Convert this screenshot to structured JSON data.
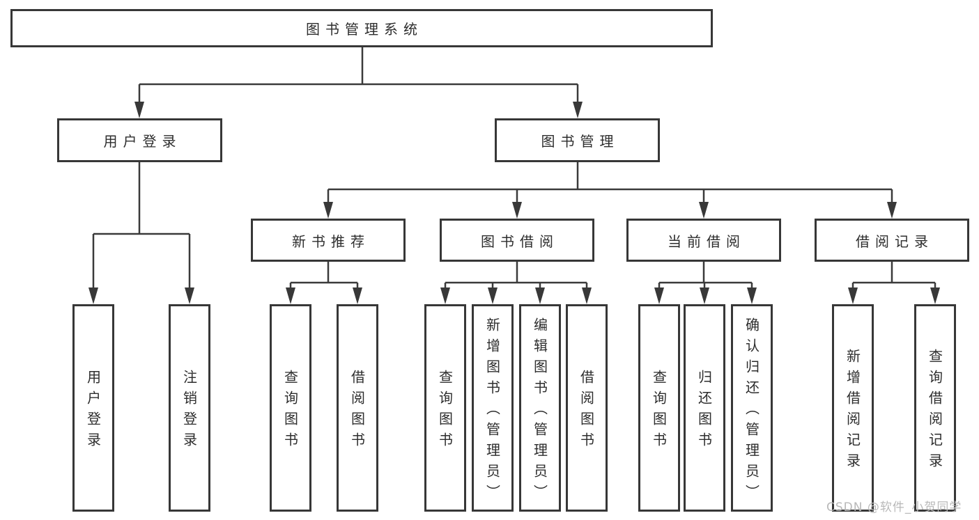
{
  "diagram": {
    "type": "tree",
    "title": "图书管理系统",
    "tree": {
      "root": {
        "label": "图书管理系统"
      },
      "branches": [
        {
          "label": "用户登录",
          "children": [
            {
              "label": "用户登录"
            },
            {
              "label": "注销登录"
            }
          ]
        },
        {
          "label": "图书管理",
          "children": [
            {
              "label": "新书推荐",
              "children": [
                {
                  "label": "查询图书"
                },
                {
                  "label": "借阅图书"
                }
              ]
            },
            {
              "label": "图书借阅",
              "children": [
                {
                  "label": "查询图书"
                },
                {
                  "label": "新增图书（管理员）"
                },
                {
                  "label": "编辑图书（管理员）"
                },
                {
                  "label": "借阅图书"
                }
              ]
            },
            {
              "label": "当前借阅",
              "children": [
                {
                  "label": "查询图书"
                },
                {
                  "label": "归还图书"
                },
                {
                  "label": "确认归还（管理员）"
                }
              ]
            },
            {
              "label": "借阅记录",
              "children": [
                {
                  "label": "新增借阅记录"
                },
                {
                  "label": "查询借阅记录"
                }
              ]
            }
          ]
        }
      ]
    },
    "colors": {
      "line": "#3a3a3a",
      "border": "#373737",
      "text": "#2d2d2d",
      "background": "#ffffff",
      "watermark_text_color": "#b9b9b9"
    }
  },
  "watermark": {
    "text": "CSDN @软件_小贺同学"
  }
}
